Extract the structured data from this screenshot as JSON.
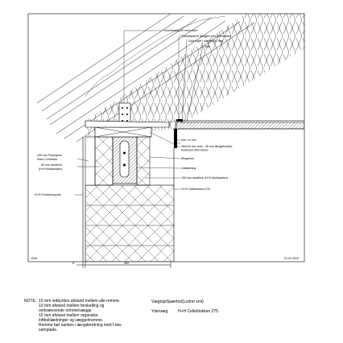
{
  "drawing": {
    "labels": {
      "vinkelbeslag": "Vinkelbeslag 50 med ribbe",
      "dampspaerre": "Dampspærre fastgjort med folieklæber",
      "gips": "Gips fuget i samling til væg",
      "eller": "Eller",
      "min10": "min. 10 mm",
      "traebjaelke_1": "38x100 mm reml., 25 mm tilbagetrukket,",
      "traebjaelke_2": "forankres efter behov",
      "ringanker": "Ringanker",
      "udstoebning": "Udstøbning",
      "randblok_right": "150 mm randblok (H+H Multipladen)",
      "celleblok_right": "H+H Celleblokken 275",
      "polystyren_1": "100 mm Polystyren",
      "polystyren_2": "limet i Celleblok",
      "randblok_left_1": "50 mm randblok",
      "randblok_left_2": "(H+H Multipladen)",
      "porebeton": "H+H Porebetonpuds",
      "drawing_id": "J30A",
      "date": "01.01.2015",
      "dim_left": "6",
      "dim_mid": "400"
    }
  },
  "notes": {
    "heading": "NOTE:",
    "text": "10 mm indbyrdes afstand mellem alle remme.\n10 mm afstand mellem forskalling og\nomkrænsende remme/vægge\n10 mm afstand mellem organiske\nloftbeklædninger og væggerlremme.\nRemme bør samles i længderetning med f.eks.\nsømplade."
  },
  "caption": {
    "title": "Vægtop/Spærfod(Lodret snit)",
    "ydervaeg_label": "Ydervæg:",
    "ydervaeg_value": "H+H Celleblokken 275"
  }
}
